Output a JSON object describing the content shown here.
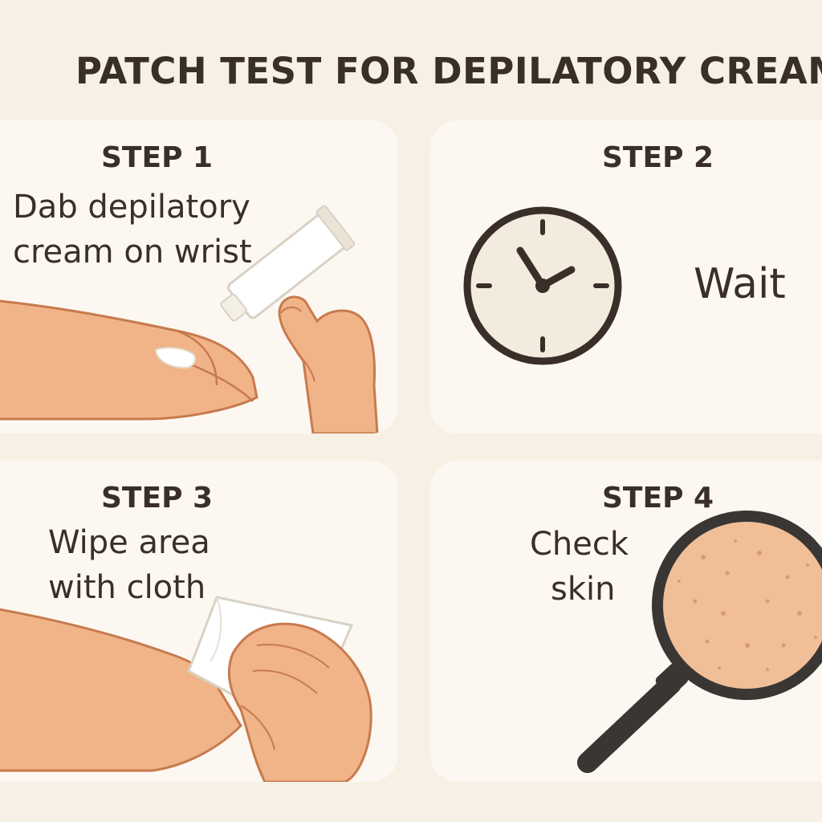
{
  "title": "PATCH TEST FOR DEPILATORY CREAM",
  "steps": [
    {
      "label": "STEP 1",
      "lines": [
        "Dab depilatory",
        "cream on wrist"
      ],
      "icon": "hand-applying-cream-icon"
    },
    {
      "label": "STEP 2",
      "lines": [
        "Wait"
      ],
      "icon": "clock-icon"
    },
    {
      "label": "STEP 3",
      "lines": [
        "Wipe area",
        "with cloth"
      ],
      "icon": "hand-wiping-cloth-icon"
    },
    {
      "label": "STEP 4",
      "lines": [
        "Check",
        "skin"
      ],
      "icon": "magnifying-glass-icon"
    }
  ],
  "colors": {
    "background": "#f7f0e4",
    "panel": "#fcf8f1",
    "text": "#3a2f28",
    "skin": "#f0b488",
    "skin_outline": "#c77a4e",
    "clock_face": "#f3ebdd"
  }
}
